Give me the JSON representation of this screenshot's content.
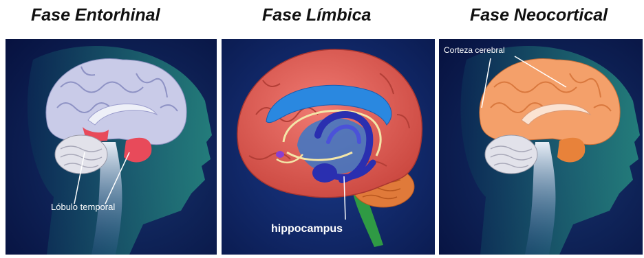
{
  "panels": [
    {
      "title": "Fase Entorhinal",
      "label": "Lóbulo temporal"
    },
    {
      "title": "Fase Límbica",
      "label": "hippocampus"
    },
    {
      "title": "Fase Neocortical",
      "label": "Corteza cerebral"
    }
  ],
  "colors": {
    "background": "#0a1a4e",
    "head": "#1f7e72",
    "cortex_entorhinal": "#c9cbe8",
    "temporal_highlight": "#e84a5a",
    "cortex_limbic": "#d9574e",
    "hippocampus": "#2a2fb0",
    "cortex_neocortical": "#f4a06a"
  }
}
